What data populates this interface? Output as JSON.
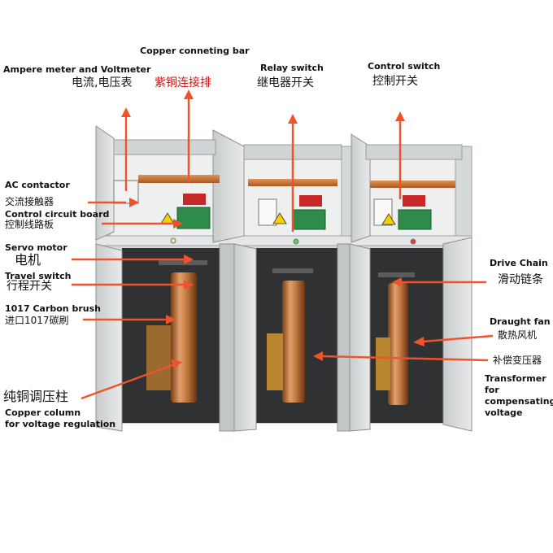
{
  "labels": {
    "copper_bar_en": "Copper conneting bar",
    "copper_bar_zh": "紫铜连接排",
    "meter_en": "Ampere meter and Voltmeter",
    "meter_zh": "电流,电压表",
    "relay_en": "Relay switch",
    "relay_zh": "继电器开关",
    "control_switch_en": "Control switch",
    "control_switch_zh": "控制开关",
    "ac_contactor_en": "AC contactor",
    "ac_contactor_zh": "交流接触器",
    "circuit_board_en": "Control circuit board",
    "circuit_board_zh": "控制线路板",
    "servo_en": "Servo motor",
    "servo_zh": "电机",
    "travel_en": "Travel switch",
    "travel_zh": "行程开关",
    "brush_en": "1017 Carbon brush",
    "brush_zh": "进口1017碳刷",
    "column_zh": "纯铜调压柱",
    "column_en_1": "Copper column",
    "column_en_2": "for voltage regulation",
    "chain_en": "Drive Chain",
    "chain_zh": "滑动链条",
    "fan_en": "Draught fan",
    "fan_zh": "散热风机",
    "transformer_zh": "补偿变压器",
    "transformer_en_1": "Transformer",
    "transformer_en_2": "for",
    "transformer_en_3": "compensating",
    "transformer_en_4": "voltage"
  },
  "colors": {
    "arrow": "#f0532b",
    "cabinet": "#d9dcdd",
    "copper": "#c07a3e",
    "red_text": "#d11414"
  }
}
